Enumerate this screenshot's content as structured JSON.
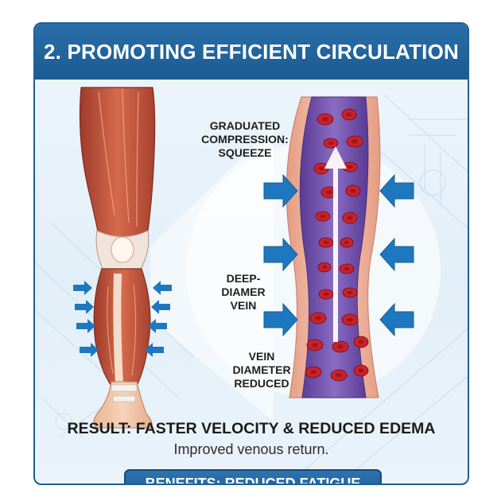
{
  "header": {
    "title": "2. PROMOTING EFFICIENT CIRCULATION"
  },
  "labels": {
    "compression": "GRADUATED\nCOMPRESSION:\nSQUEEZE",
    "deep_vein": "DEEP-\nDIAMER\nVEIN",
    "diameter": "VEIN\nDIAMETER\nREDUCED"
  },
  "result": {
    "title": "RESULT: FASTER VELOCITY & REDUCED EDEMA",
    "subtitle": "Improved venous return."
  },
  "benefits": {
    "label": "BENEFITS: REDUCED FATIGUE"
  },
  "colors": {
    "header": "#1f5f95",
    "arrow": "#1e78bf",
    "muscle": "#c8553d",
    "vein": "#6a4aa0",
    "blood_cell": "#c81e28",
    "vessel_wall": "#efb9a3"
  }
}
